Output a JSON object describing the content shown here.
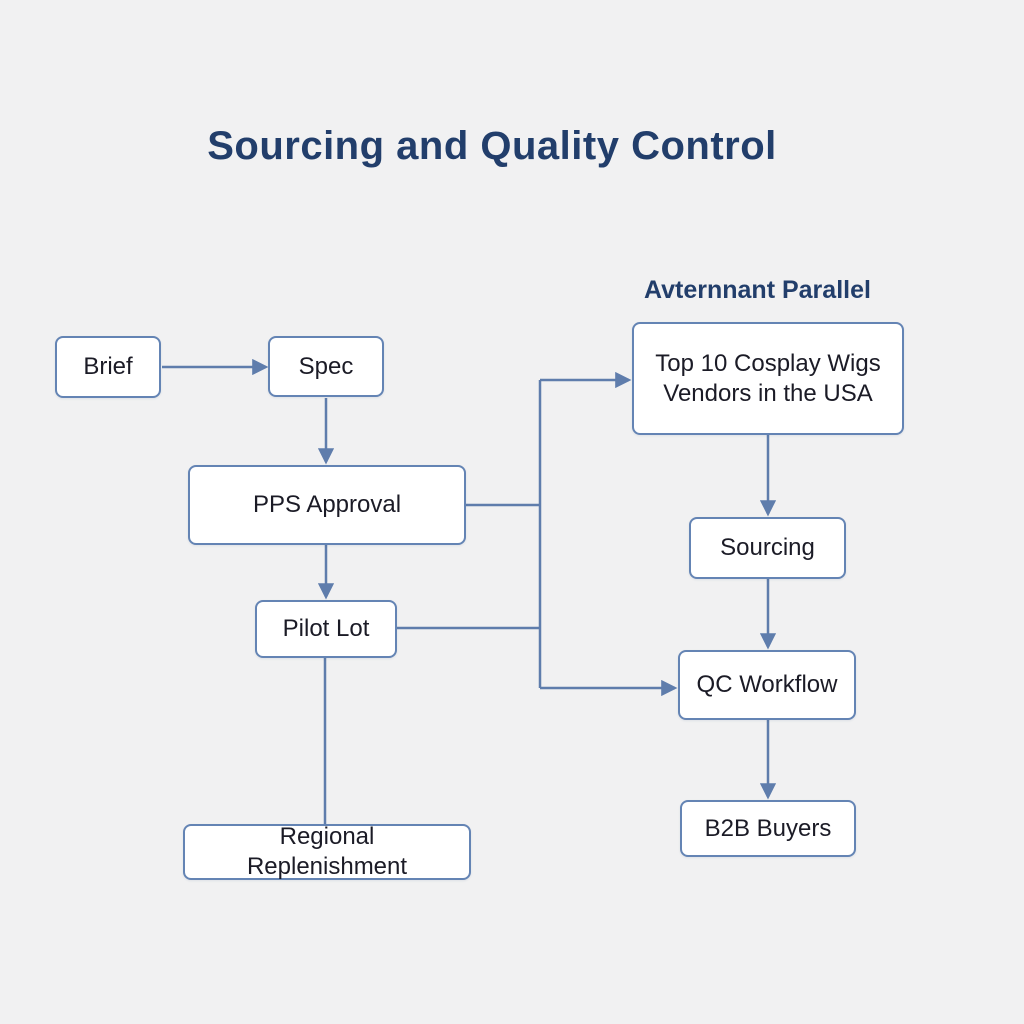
{
  "title": "Sourcing and Quality Control",
  "parallel_heading": "Avternnant Parallel",
  "nodes": {
    "brief": "Brief",
    "spec": "Spec",
    "pps": "PPS Approval",
    "pilot": "Pilot Lot",
    "regional": "Regional Replenishment",
    "vendors": "Top 10 Cosplay Wigs Vendors in the USA",
    "sourcing": "Sourcing",
    "qc": "QC Workflow",
    "b2b": "B2B Buyers"
  },
  "edges": [
    {
      "from": "Brief",
      "to": "Spec"
    },
    {
      "from": "Spec",
      "to": "PPS Approval"
    },
    {
      "from": "PPS Approval",
      "to": "Pilot Lot"
    },
    {
      "from": "Pilot Lot",
      "to": "Regional Replenishment"
    },
    {
      "from": "PPS Approval",
      "to": "Top 10 Cosplay Wigs Vendors in the USA"
    },
    {
      "from": "Pilot Lot",
      "to": "QC Workflow"
    },
    {
      "from": "Top 10 Cosplay Wigs Vendors in the USA",
      "to": "Sourcing"
    },
    {
      "from": "Sourcing",
      "to": "QC Workflow"
    },
    {
      "from": "QC Workflow",
      "to": "B2B Buyers"
    }
  ],
  "colors": {
    "background": "#f1f1f2",
    "box_fill": "#ffffff",
    "box_border": "#6484b4",
    "connector": "#5f7dac",
    "title": "#223e6b",
    "text": "#1b1b26"
  }
}
